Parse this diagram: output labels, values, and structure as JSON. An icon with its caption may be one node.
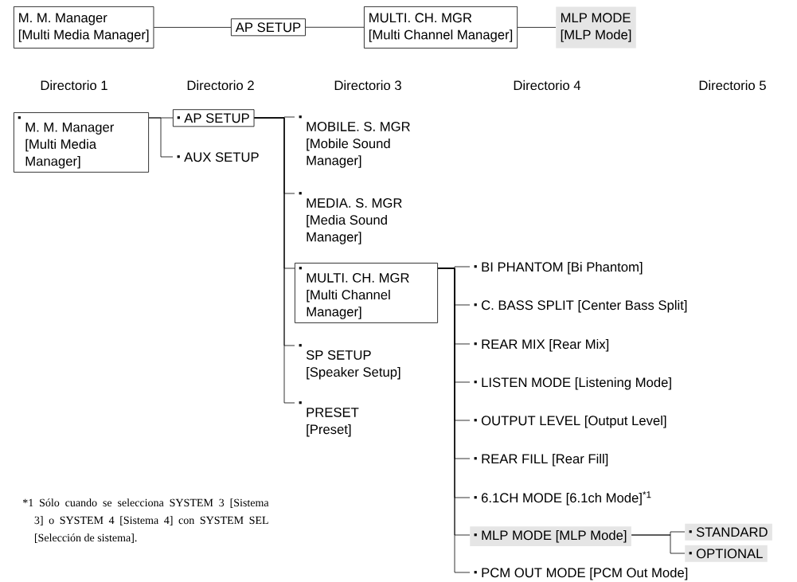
{
  "diagram": {
    "nodes": [
      {
        "text": [
          "M. M. Manager",
          "[Multi Media Manager]"
        ]
      },
      {
        "text": [
          "AP SETUP"
        ]
      },
      {
        "text": [
          "MULTI. CH. MGR",
          "[Multi Channel Manager]"
        ]
      },
      {
        "text": [
          "MLP MODE",
          "[MLP Mode]"
        ]
      },
      {
        "text": [
          "M. M. Manager",
          "[Multi Media Manager]"
        ]
      },
      {
        "text": [
          "AP SETUP"
        ]
      },
      {
        "text": [
          "AUX SETUP"
        ]
      },
      {
        "text": [
          "MOBILE. S. MGR",
          "[Mobile Sound Manager]"
        ]
      },
      {
        "text": [
          "MEDIA. S. MGR",
          "[Media Sound Manager]"
        ]
      },
      {
        "text": [
          "MULTI. CH. MGR",
          "[Multi Channel Manager]"
        ]
      },
      {
        "text": [
          "SP SETUP",
          "[Speaker Setup]"
        ]
      },
      {
        "text": [
          "PRESET",
          "[Preset]"
        ]
      },
      {
        "text": [
          "BI PHANTOM [Bi Phantom]"
        ]
      },
      {
        "text": [
          "C. BASS SPLIT [Center Bass Split]"
        ]
      },
      {
        "text": [
          "REAR MIX [Rear Mix]"
        ]
      },
      {
        "text": [
          "LISTEN MODE [Listening Mode]"
        ]
      },
      {
        "text": [
          "OUTPUT LEVEL [Output Level]"
        ]
      },
      {
        "text": [
          "REAR FILL [Rear Fill]"
        ]
      },
      {
        "text": [
          "6.1CH MODE [6.1ch Mode]$^{*1}$"
        ]
      },
      {
        "text": [
          "MLP MODE [MLP Mode]"
        ]
      },
      {
        "text": [
          "STANDARD"
        ]
      },
      {
        "text": [
          "OPTIONAL"
        ]
      },
      {
        "text": [
          "PCM OUT MODE [PCM Out Mode]"
        ]
      }
    ],
    "edges": [
      {
        "from": 0,
        "to": 1,
        "arrow": "none"
      },
      {
        "from": 1,
        "to": 2,
        "arrow": "none"
      },
      {
        "from": 2,
        "to": 3,
        "arrow": "none"
      },
      {
        "from": 4,
        "to": 5,
        "arrow": "none"
      },
      {
        "from": 4,
        "to": 6,
        "arrow": "none"
      },
      {
        "from": 5,
        "to": 7,
        "arrow": "none"
      },
      {
        "from": 5,
        "to": 8,
        "arrow": "none"
      },
      {
        "from": 5,
        "to": 9,
        "arrow": "none"
      },
      {
        "from": 5,
        "to": 10,
        "arrow": "none"
      },
      {
        "from": 5,
        "to": 11,
        "arrow": "none"
      },
      {
        "from": 9,
        "to": 12,
        "arrow": "none"
      },
      {
        "from": 9,
        "to": 13,
        "arrow": "none"
      },
      {
        "from": 9,
        "to": 14,
        "arrow": "none"
      },
      {
        "from": 9,
        "to": 15,
        "arrow": "none"
      },
      {
        "from": 9,
        "to": 16,
        "arrow": "none"
      },
      {
        "from": 9,
        "to": 17,
        "arrow": "none"
      },
      {
        "from": 9,
        "to": 18,
        "arrow": "none"
      },
      {
        "from": 9,
        "to": 19,
        "arrow": "none"
      },
      {
        "from": 9,
        "to": 22,
        "arrow": "none"
      },
      {
        "from": 19,
        "to": 20,
        "arrow": "none"
      },
      {
        "from": 19,
        "to": 21,
        "arrow": "none"
      }
    ],
    "labels": [
      "Directorio 1",
      "Directorio 2",
      "Directorio 3",
      "Directorio 4",
      "Directorio 5",
      "*1 Sólo cuando se selecciona SYSTEM 3 [Sistema 3] o SYSTEM 4 [Sistema 4] con SYSTEM SEL [Selección de sistema]."
    ]
  }
}
